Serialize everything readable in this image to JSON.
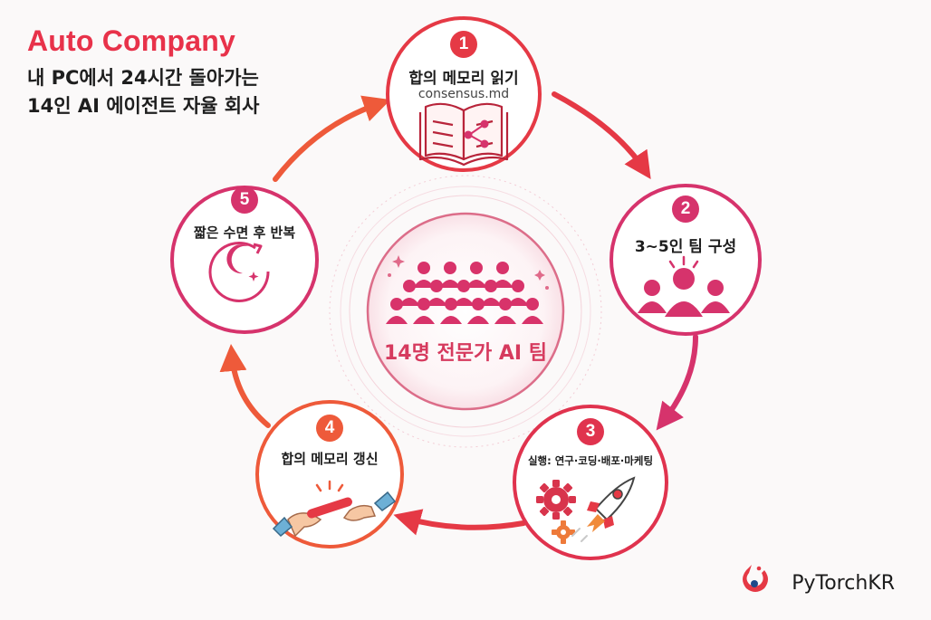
{
  "header": {
    "brand": "Auto Company",
    "subtitle_line1": "내 PC에서 24시간 돌아가는",
    "subtitle_line2": "14인 AI 에이전트 자율 회사"
  },
  "center": {
    "label": "14명 전문가 AI 팀"
  },
  "steps": [
    {
      "number": "1",
      "label": "합의 메모리 읽기",
      "sub": "consensus.md",
      "icon": "open-book-share-icon"
    },
    {
      "number": "2",
      "label": "3~5인 팀 구성",
      "icon": "team-people-icon"
    },
    {
      "number": "3",
      "label": "실행: 연구·코딩·배포·마케팅",
      "icon": "gears-rocket-icon"
    },
    {
      "number": "4",
      "label": "합의 메모리 갱신",
      "icon": "baton-handoff-icon"
    },
    {
      "number": "5",
      "label": "짧은 수면 후 반복",
      "icon": "moon-cycle-icon"
    }
  ],
  "footer": {
    "logo_text": "PyTorchKR",
    "logo_icon": "pytorch-flame-icon"
  },
  "colors": {
    "brand": "#e8324a",
    "pink": "#d6336c",
    "red": "#e53945",
    "orange": "#ee5a3a"
  }
}
